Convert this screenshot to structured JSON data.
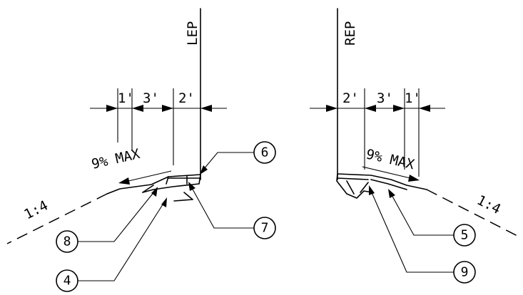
{
  "left": {
    "edge_label": "LEP",
    "dimensions": [
      "1'",
      "3'",
      "2'"
    ],
    "slope_label": "9% MAX",
    "side_slope_label": "1:4",
    "callouts": [
      "6",
      "7",
      "8",
      "4"
    ]
  },
  "right": {
    "edge_label": "REP",
    "dimensions": [
      "2'",
      "3'",
      "1'"
    ],
    "slope_label": "9% MAX",
    "side_slope_label": "1:4",
    "callouts": [
      "5",
      "9"
    ]
  }
}
